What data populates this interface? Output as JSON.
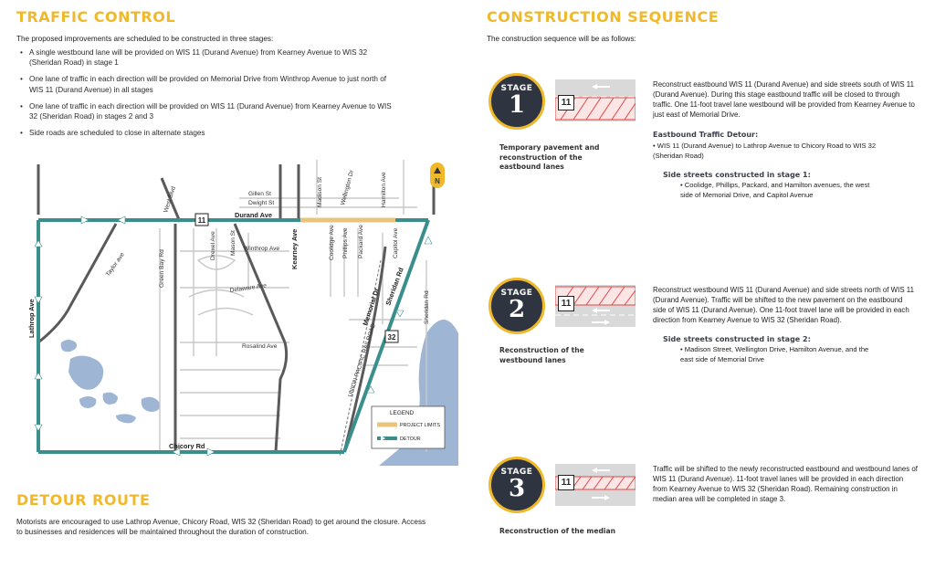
{
  "traffic_control": {
    "heading": "TRAFFIC CONTROL",
    "intro": "The proposed improvements are scheduled to be constructed in three stages:",
    "bullets": [
      "A single westbound lane will be provided on WIS 11 (Durand Avenue) from Kearney Avenue to WIS 32 (Sheridan Road) in stage 1",
      "One lane of traffic in each direction will be provided on Memorial Drive from Winthrop Avenue to just north of WIS 11 (Durand Avenue) in all stages",
      "One lane of traffic in each direction will be provided on WIS 11 (Durand Avenue) from Kearney Avenue to WIS 32 (Sheridan Road) in stages 2 and 3",
      "Side roads are scheduled to close in alternate stages"
    ]
  },
  "map": {
    "streets": {
      "gillen": "Gillen St",
      "dwight": "Dwight St",
      "durand": "Durand Ave",
      "west_blvd": "West Blvd",
      "taylor": "Taylor ave",
      "lathrop": "Lathrop Ave",
      "green_bay": "Green Bay Rd",
      "drexel": "Drexel Ave",
      "mason": "Mason St",
      "winthrop": "Winthrop Ave",
      "kearney": "Kearney Ave",
      "madison": "Madison St",
      "coolidge": "Coolidge Ave",
      "wellington": "Wellington Dr",
      "phillips": "Phillips Ave",
      "packard": "Packard Ave",
      "hamilton": "Hamilton Ave",
      "capitol": "Capitol Ave",
      "delaware": "Delaware Ave",
      "rosalind": "Rosalind Ave",
      "memorial": "Memorial Dr",
      "sheridan": "Sheridan Rd",
      "sheridan_e": "Sheridan Rd",
      "chicory": "Chicory Rd",
      "railroad": "UNION PACIFIC RAILROAD"
    },
    "shields": {
      "wis11": "11",
      "wis32": "32"
    },
    "north": "N",
    "legend": {
      "title": "LEGEND",
      "project_limits": "PROJECT LIMITS",
      "detour": "DETOUR"
    },
    "colors": {
      "detour": "#3a8f8c",
      "project": "#eac47a",
      "water": "#9fb5d4"
    }
  },
  "detour_route": {
    "heading": "DETOUR ROUTE",
    "text": "Motorists are encouraged to use Lathrop Avenue, Chicory Road, WIS 32 (Sheridan Road) to get around the closure. Access to businesses and residences will be maintained throughout the duration of construction."
  },
  "construction_sequence": {
    "heading": "CONSTRUCTION SEQUENCE",
    "intro": "The construction sequence will be as follows:",
    "stages": [
      {
        "label": "STAGE",
        "number": "1",
        "shield": "11",
        "caption": "Temporary pavement and reconstruction of the eastbound lanes",
        "description": "Reconstruct eastbound WIS 11 (Durand Avenue) and side streets south of WIS 11 (Durand Avenue). During this stage eastbound traffic will be closed to through traffic. One 11-foot travel lane westbound will be provided from Kearney Avenue to just east of Memorial Drive.",
        "detour_title": "Eastbound Traffic Detour:",
        "detour_text": "WIS 11 (Durand Avenue) to Lathrop Avenue to Chicory Road to WIS 32 (Sheridan Road)",
        "side_title": "Side streets constructed in stage 1:",
        "side_text": "Coolidge, Phillips, Packard, and Hamilton avenues, the west side of Memorial Drive, and Capitol Avenue"
      },
      {
        "label": "STAGE",
        "number": "2",
        "shield": "11",
        "caption": "Reconstruction of the westbound lanes",
        "description": "Reconstruct westbound WIS 11 (Durand Avenue) and side streets north of WIS 11 (Durand Avenue). Traffic will be shifted to the new pavement on the eastbound side of WIS 11 (Durand Avenue). One 11-foot travel lane will be provided in each direction from Kearney Avenue to WIS 32 (Sheridan Road).",
        "side_title": "Side streets constructed in stage 2:",
        "side_text": "Madison Street, Wellington Drive, Hamilton Avenue, and the east side of Memorial Drive"
      },
      {
        "label": "STAGE",
        "number": "3",
        "shield": "11",
        "caption": "Reconstruction of the median",
        "description": "Traffic will be shifted to the newly reconstructed eastbound and westbound lanes of WIS 11 (Durand Avenue). 11-foot travel lanes will be provided in each direction from Kearney Avenue to WIS 32 (Sheridan Road). Remaining construction in median area will be completed in stage 3."
      }
    ]
  }
}
